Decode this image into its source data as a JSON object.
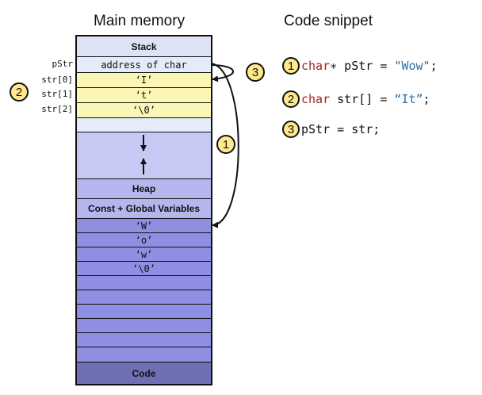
{
  "titles": {
    "memory": "Main memory",
    "code": "Code snippet"
  },
  "memory": {
    "stack": "Stack",
    "pstr_cell": "address of char",
    "str0_cell": "‘I’",
    "str1_cell": "‘t’",
    "str2_cell": "‘\\0’",
    "heap": "Heap",
    "const_global": "Const + Global Variables",
    "w_upper": "‘W’",
    "o_cell": "‘o’",
    "w_lower": "‘w’",
    "null_cell": "‘\\0’",
    "code": "Code"
  },
  "labels": {
    "pstr": "pStr",
    "str0": "str[0]",
    "str1": "str[1]",
    "str2": "str[2]"
  },
  "markers": {
    "one": "1",
    "two": "2",
    "three": "3"
  },
  "code_lines": [
    {
      "num": "1",
      "kw": "char",
      "rest1": "∗ pStr = ",
      "str": "\"Wow\"",
      "rest2": ";"
    },
    {
      "num": "2",
      "kw": "char",
      "rest1": " str[] = ",
      "str": "“It”",
      "rest2": ";"
    },
    {
      "num": "3",
      "plain": "pStr = str;"
    }
  ],
  "colors": {
    "stack_header": "#dde3f5",
    "pointer_cell": "#e3ecf8",
    "yellow_cell": "#fbf5b6",
    "empty_stack": "#e3ecf8",
    "gap": "#c8c8f4",
    "heap": "#b6b6ee",
    "data_cells": "#8e8ee2",
    "code": "#6f6fb4",
    "badge": "#ffe98a"
  }
}
